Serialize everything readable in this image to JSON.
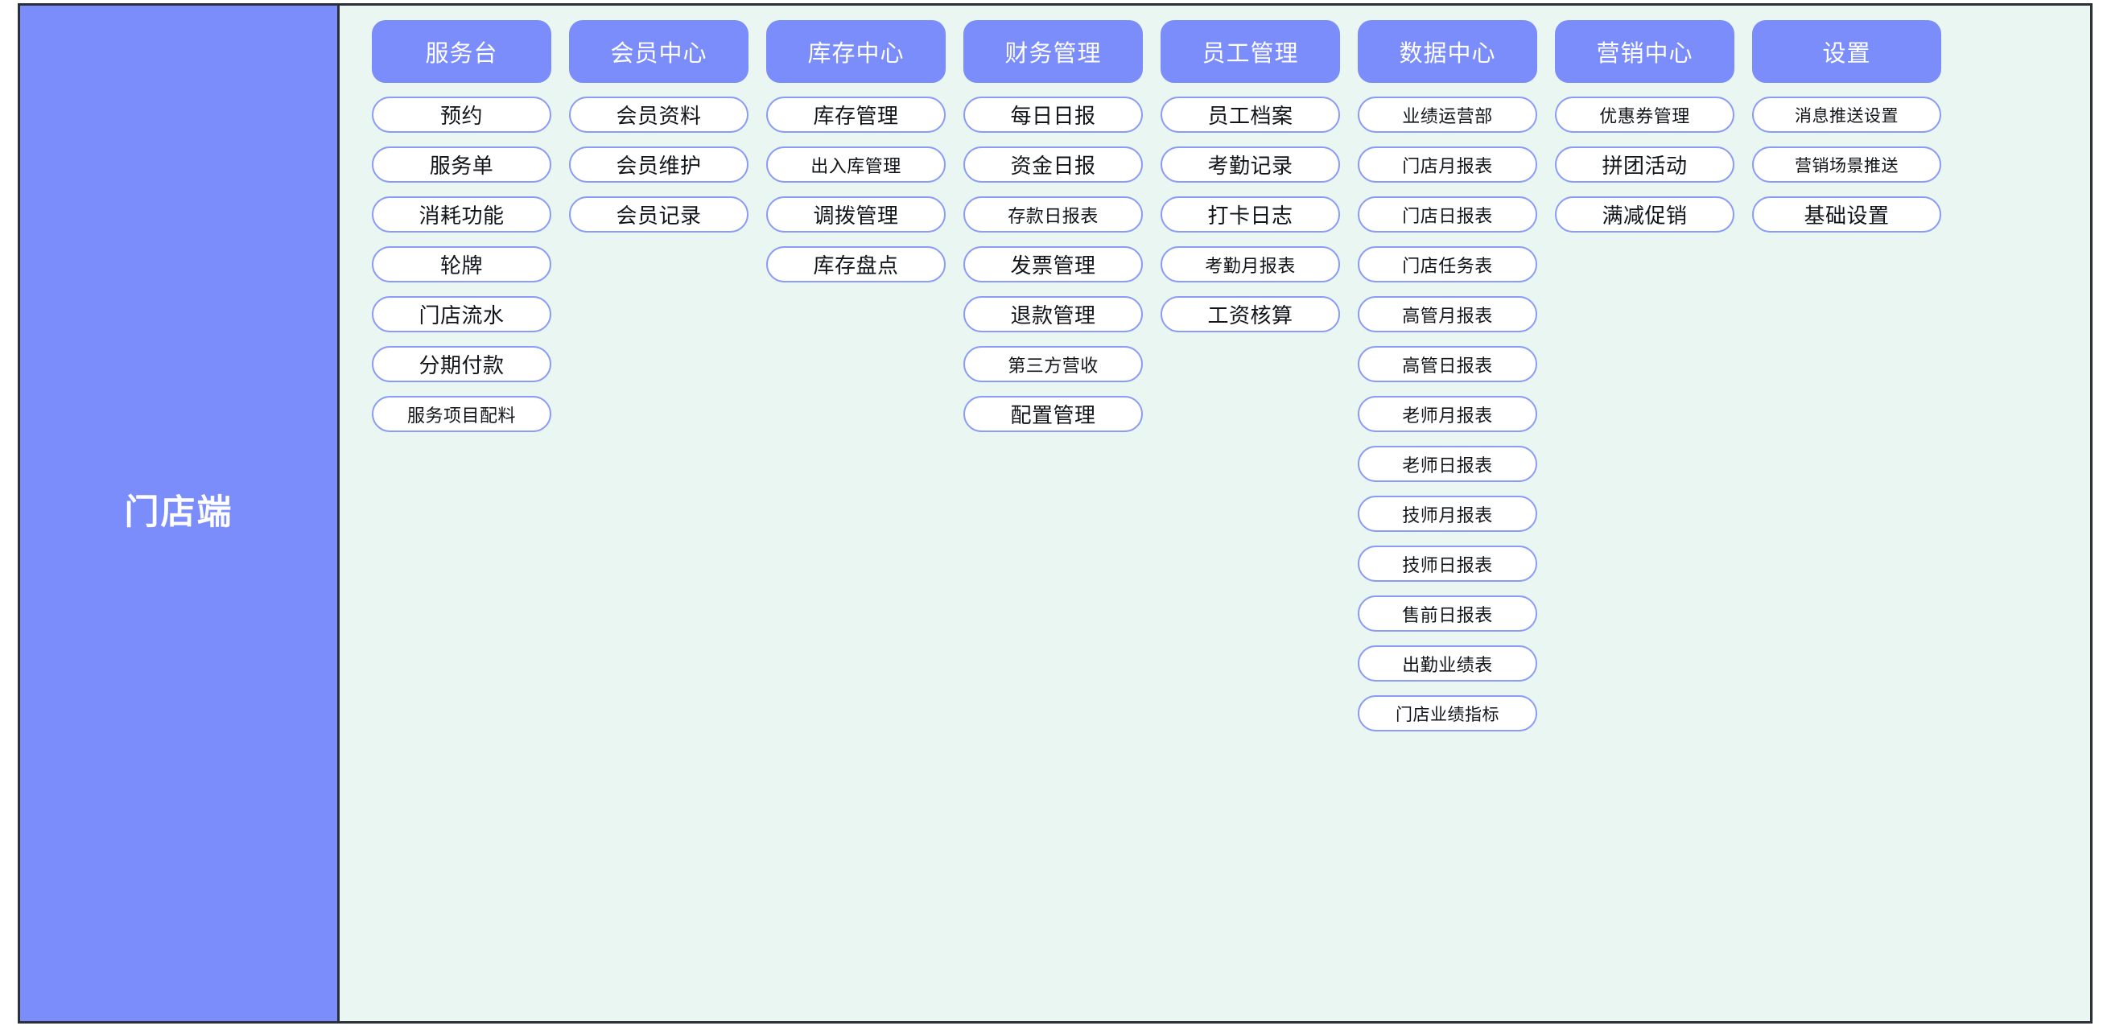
{
  "diagram": {
    "sidebar": {
      "label": "门店端"
    },
    "colors": {
      "accent": "#7b8cfb",
      "pill_border": "#8b9cf6",
      "canvas": "#e9f6f1",
      "outline": "#2b2f38",
      "header_text": "#ffffff",
      "pill_text": "#111418"
    },
    "columns": [
      {
        "header": "服务台",
        "items": [
          {
            "label": "预约",
            "size": "md"
          },
          {
            "label": "服务单",
            "size": "md"
          },
          {
            "label": "消耗功能",
            "size": "md"
          },
          {
            "label": "轮牌",
            "size": "md"
          },
          {
            "label": "门店流水",
            "size": "md"
          },
          {
            "label": "分期付款",
            "size": "md"
          },
          {
            "label": "服务项目配料",
            "size": "sm"
          }
        ]
      },
      {
        "header": "会员中心",
        "items": [
          {
            "label": "会员资料",
            "size": "md"
          },
          {
            "label": "会员维护",
            "size": "md"
          },
          {
            "label": "会员记录",
            "size": "md"
          }
        ]
      },
      {
        "header": "库存中心",
        "items": [
          {
            "label": "库存管理",
            "size": "md"
          },
          {
            "label": "出入库管理",
            "size": "sm"
          },
          {
            "label": "调拨管理",
            "size": "md"
          },
          {
            "label": "库存盘点",
            "size": "md"
          }
        ]
      },
      {
        "header": "财务管理",
        "items": [
          {
            "label": "每日日报",
            "size": "md"
          },
          {
            "label": "资金日报",
            "size": "md"
          },
          {
            "label": "存款日报表",
            "size": "sm"
          },
          {
            "label": "发票管理",
            "size": "md"
          },
          {
            "label": "退款管理",
            "size": "md"
          },
          {
            "label": "第三方营收",
            "size": "sm"
          },
          {
            "label": "配置管理",
            "size": "md"
          }
        ]
      },
      {
        "header": "员工管理",
        "items": [
          {
            "label": "员工档案",
            "size": "md"
          },
          {
            "label": "考勤记录",
            "size": "md"
          },
          {
            "label": "打卡日志",
            "size": "md"
          },
          {
            "label": "考勤月报表",
            "size": "sm"
          },
          {
            "label": "工资核算",
            "size": "md"
          }
        ]
      },
      {
        "header": "数据中心",
        "items": [
          {
            "label": "业绩运营部",
            "size": "sm"
          },
          {
            "label": "门店月报表",
            "size": "sm"
          },
          {
            "label": "门店日报表",
            "size": "sm"
          },
          {
            "label": "门店任务表",
            "size": "sm"
          },
          {
            "label": "高管月报表",
            "size": "sm"
          },
          {
            "label": "高管日报表",
            "size": "sm"
          },
          {
            "label": "老师月报表",
            "size": "sm"
          },
          {
            "label": "老师日报表",
            "size": "sm"
          },
          {
            "label": "技师月报表",
            "size": "sm"
          },
          {
            "label": "技师日报表",
            "size": "sm"
          },
          {
            "label": "售前日报表",
            "size": "sm"
          },
          {
            "label": "出勤业绩表",
            "size": "sm"
          },
          {
            "label": "门店业绩指标",
            "size": "xs"
          }
        ]
      },
      {
        "header": "营销中心",
        "items": [
          {
            "label": "优惠券管理",
            "size": "sm"
          },
          {
            "label": "拼团活动",
            "size": "md"
          },
          {
            "label": "满减促销",
            "size": "md"
          }
        ]
      },
      {
        "header": "设置",
        "items": [
          {
            "label": "消息推送设置",
            "size": "xs"
          },
          {
            "label": "营销场景推送",
            "size": "xs"
          },
          {
            "label": "基础设置",
            "size": "md"
          }
        ]
      }
    ]
  }
}
